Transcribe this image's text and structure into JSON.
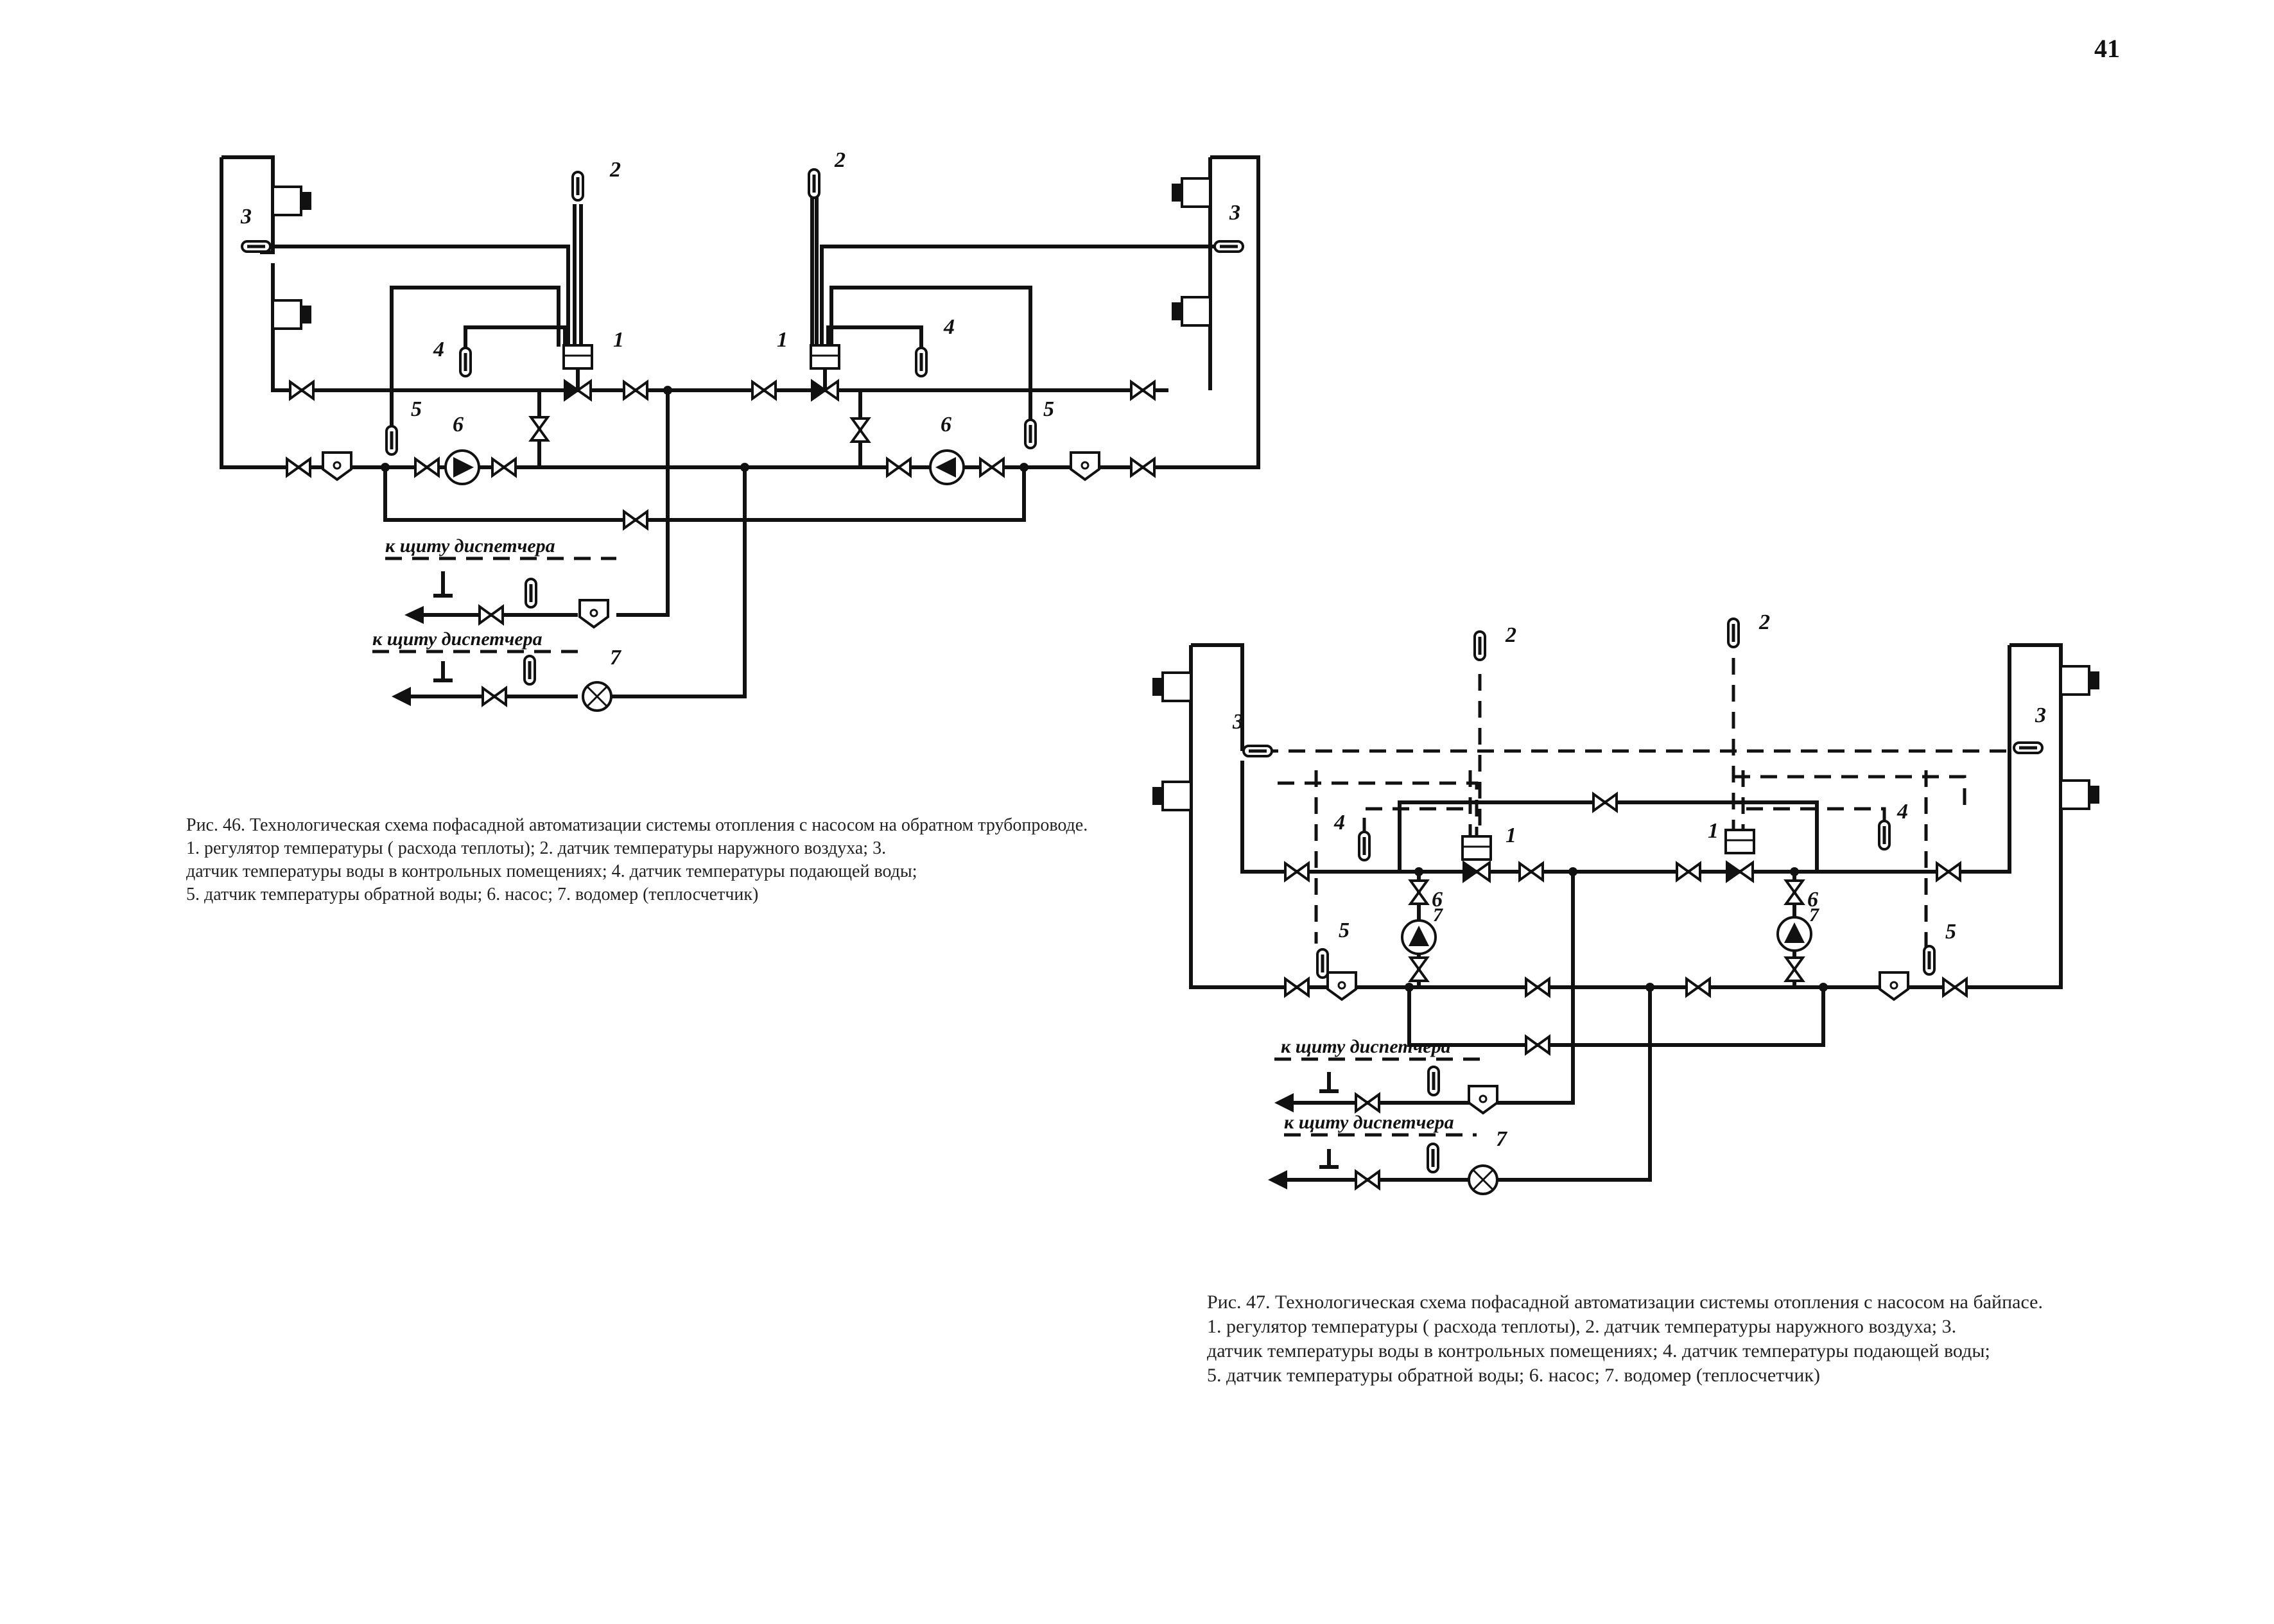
{
  "page": {
    "number": "41"
  },
  "labels": {
    "regulator": "1",
    "outdoor_sensor": "2",
    "room_sensor": "3",
    "supply_sensor": "4",
    "return_sensor": "5",
    "pump": "6",
    "pump_alt": "7",
    "water_meter": "7",
    "to_dispatcher": "к щиту диспетчера"
  },
  "figure46": {
    "caption_title": "Рис. 46. Технологическая схема пофасадной автоматизации системы отопления с насосом на обратном трубопроводе.",
    "legend": [
      "1. регулятор температуры ( расхода теплоты); 2. датчик температуры наружного воздуха; 3.",
      "датчик температуры воды в контрольных помещениях; 4. датчик температуры подающей воды;",
      "5. датчик температуры обратной воды; 6. насос; 7. водомер (теплосчетчик)"
    ]
  },
  "figure47": {
    "caption_title": "Рис. 47. Технологическая схема пофасадной автоматизации системы отопления с насосом на байпасе.",
    "legend": [
      "1. регулятор температуры ( расхода теплоты), 2. датчик температуры наружного воздуха; 3.",
      "датчик температуры воды в контрольных помещениях; 4. датчик температуры подающей воды;",
      "5. датчик температуры обратной воды; 6. насос; 7. водомер (теплосчетчик)"
    ]
  }
}
